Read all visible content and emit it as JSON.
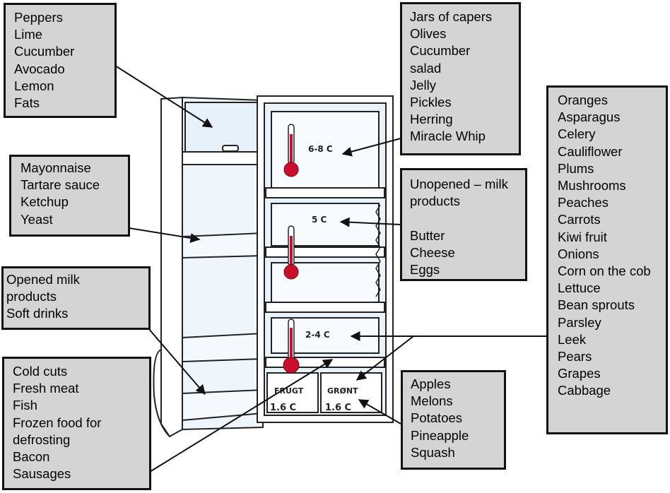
{
  "title": "Refrigerator storage zones diagram",
  "colors": {
    "label_box_fill": "#d4d4d4",
    "label_box_border": "#111111",
    "thermometer_red": "#c8102e",
    "glass_tint": "#cfe3f2"
  },
  "temperature_zones": {
    "top_shelf": "6-8 C",
    "middle_shelf": "5 C",
    "bottom_shelf": "2-4 C",
    "fruit_drawer_name": "FRUGT",
    "fruit_drawer_temp": "1.6 C",
    "veg_drawer_name": "GRØNT",
    "veg_drawer_temp": "1.6 C"
  },
  "labels": {
    "door_top_compartment": {
      "items": [
        "Peppers",
        "Lime",
        "Cucumber",
        "Avocado",
        "Lemon",
        "Fats"
      ]
    },
    "door_upper_shelf": {
      "items": [
        "Mayonnaise",
        "Tartare sauce",
        "Ketchup",
        "Yeast"
      ]
    },
    "door_middle_shelf": {
      "items": [
        "Opened milk",
        "products",
        "Soft drinks"
      ]
    },
    "door_bottom_shelf": {
      "items": [
        "Cold cuts",
        "Fresh meat",
        "Fish",
        "Frozen food for",
        "defrosting",
        "Bacon",
        "Sausages"
      ]
    },
    "top_shelf": {
      "items": [
        "Jars of capers",
        "Olives",
        "Cucumber",
        "salad",
        "Jelly",
        "Pickles",
        "Herring",
        "Miracle Whip"
      ]
    },
    "middle_shelf": {
      "items": [
        "Unopened – milk",
        "products",
        "",
        "Butter",
        "Cheese",
        "Eggs"
      ]
    },
    "vegetable_drawer": {
      "items": [
        "Oranges",
        "Asparagus",
        "Celery",
        "Cauliflower",
        "Plums",
        "Mushrooms",
        "Peaches",
        "Carrots",
        "Kiwi fruit",
        "Onions",
        "Corn on the cob",
        "Lettuce",
        "Bean sprouts",
        "Parsley",
        "Leek",
        "Pears",
        "Grapes",
        "Cabbage"
      ]
    },
    "fruit_drawer": {
      "items": [
        "Apples",
        "Melons",
        "Potatoes",
        "Pineapple",
        "Squash"
      ]
    }
  }
}
